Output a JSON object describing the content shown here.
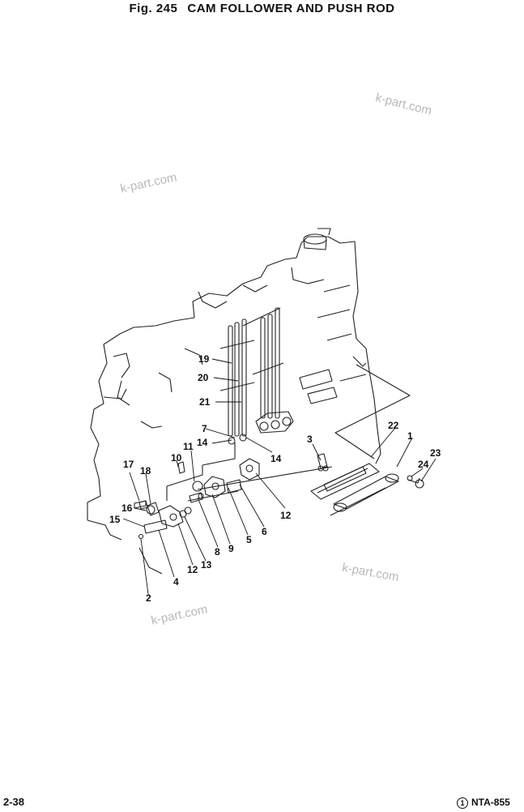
{
  "header": {
    "fig_number": "Fig. 245",
    "title": "CAM FOLLOWER AND PUSH ROD"
  },
  "watermarks": [
    "k-part.com",
    "k-part.com",
    "k-part.com",
    "k-part.com"
  ],
  "callouts": [
    "1",
    "2",
    "3",
    "4",
    "5",
    "6",
    "7",
    "8",
    "9",
    "10",
    "11",
    "12",
    "12",
    "13",
    "14",
    "14",
    "15",
    "16",
    "17",
    "18",
    "19",
    "20",
    "21",
    "22",
    "23",
    "24"
  ],
  "footer": {
    "page": "2-38",
    "revision_mark": "1",
    "model": "NTA-855"
  }
}
